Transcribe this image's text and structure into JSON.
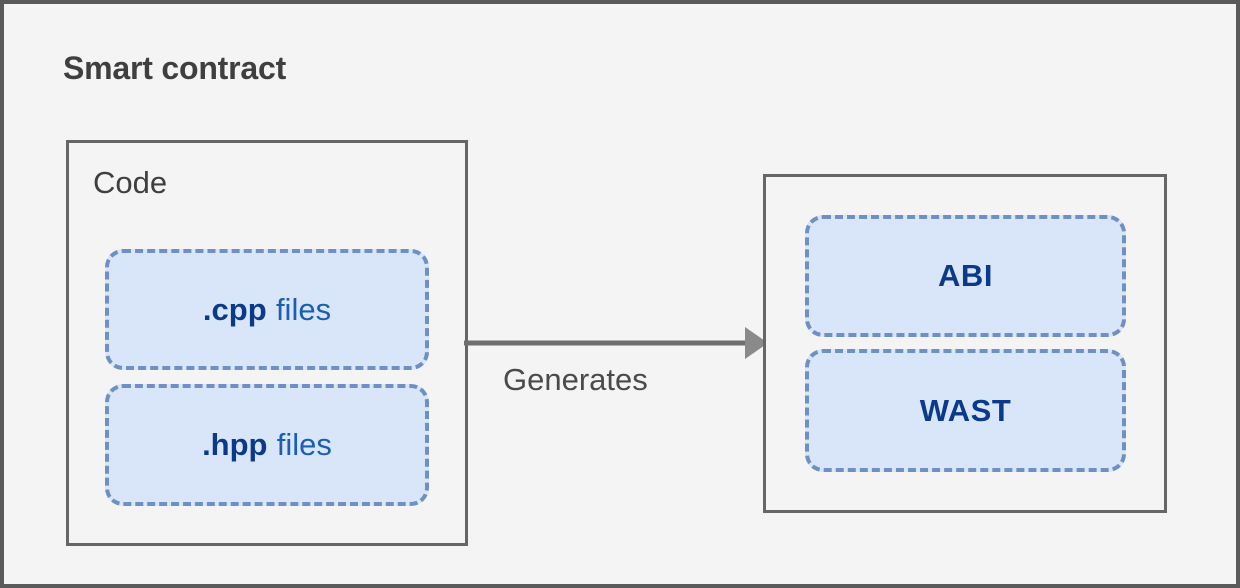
{
  "diagram": {
    "title": "Smart contract",
    "background_color": "#f4f4f4",
    "border_color": "#5a5a5a",
    "groups": [
      {
        "id": "code",
        "label": "Code",
        "border_color": "#666666",
        "artifacts": [
          {
            "id": "cpp",
            "ext": ".cpp",
            "suffix": "files",
            "fill": "#d9e6f9",
            "border": "#6e90c4"
          },
          {
            "id": "hpp",
            "ext": ".hpp",
            "suffix": "files",
            "fill": "#d9e6f9",
            "border": "#6e90c4"
          }
        ]
      },
      {
        "id": "output",
        "label": "",
        "border_color": "#666666",
        "artifacts": [
          {
            "id": "abi",
            "text": "ABI",
            "fill": "#d9e6f9",
            "border": "#6e90c4"
          },
          {
            "id": "wast",
            "text": "WAST",
            "fill": "#d9e6f9",
            "border": "#6e90c4"
          }
        ]
      }
    ],
    "connector": {
      "label": "Generates",
      "color": "#6e6e6e",
      "direction": "left-to-right",
      "arrowhead": "solid-triangle"
    }
  }
}
